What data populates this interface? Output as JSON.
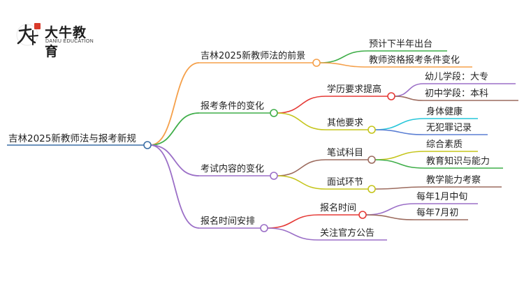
{
  "logo": {
    "cn": "大牛教育",
    "en": "DANIU EDUCATION",
    "seal": "大牛"
  },
  "root": {
    "label": "吉林2025新教师法与报考新规"
  },
  "branches": [
    {
      "label": "吉林2025新教师法的前景",
      "color": "#f5a04a",
      "children": [
        {
          "label": "预计下半年出台",
          "color": "#3fae49"
        },
        {
          "label": "教师资格报考条件变化",
          "color": "#f5a04a"
        }
      ]
    },
    {
      "label": "报考条件的变化",
      "color": "#3fae49",
      "children": [
        {
          "label": "学历要求提高",
          "color": "#e53935",
          "children": [
            {
              "label": "幼儿学段：大专",
              "color": "#9b6fc7"
            },
            {
              "label": "初中学段：本科",
              "color": "#9c6b5e"
            }
          ]
        },
        {
          "label": "其他要求",
          "color": "#c5c51c",
          "children": [
            {
              "label": "身体健康",
              "color": "#26c6da"
            },
            {
              "label": "无犯罪记录",
              "color": "#5b7fd4"
            }
          ]
        }
      ]
    },
    {
      "label": "考试内容的变化",
      "color": "#9b6fc7",
      "children": [
        {
          "label": "笔试科目",
          "color": "#9c6b5e",
          "children": [
            {
              "label": "综合素质",
              "color": "#c5c51c"
            },
            {
              "label": "教育知识与能力",
              "color": "#3fae49"
            }
          ]
        },
        {
          "label": "面试环节",
          "color": "#c5c51c",
          "children": [
            {
              "label": "教学能力考察",
              "color": "#9c6b5e"
            }
          ]
        }
      ]
    },
    {
      "label": "报名时间安排",
      "color": "#9b6fc7",
      "children": [
        {
          "label": "报名时间",
          "color": "#e53935",
          "children": [
            {
              "label": "每年1月中旬",
              "color": "#9b6fc7"
            },
            {
              "label": "每年7月初",
              "color": "#9c6b5e"
            }
          ]
        },
        {
          "label": "关注官方公告",
          "color": "#9b6fc7"
        }
      ]
    }
  ]
}
